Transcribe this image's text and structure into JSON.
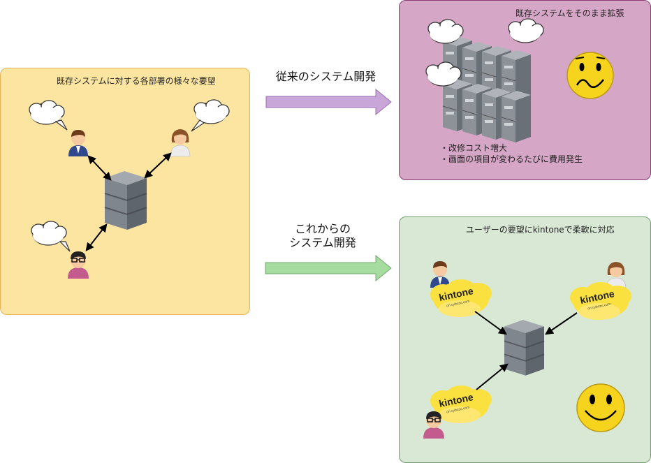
{
  "left_panel": {
    "title": "既存システムに対する各部署の様々な要望"
  },
  "top_right_panel": {
    "title": "既存システムをそのまま拡張",
    "notes": [
      "・改修コスト増大",
      "・画面の項目が変わるたびに費用発生"
    ]
  },
  "bottom_right_panel": {
    "title": "ユーザーの要望にkintoneで柔軟に対応"
  },
  "arrow_top": {
    "label": "従来のシステム開発",
    "color": "#c9a6d8"
  },
  "arrow_bottom": {
    "label_line1": "これからの",
    "label_line2": "システム開発",
    "color": "#a6dca0"
  },
  "kintone_badge": {
    "text": "kintone",
    "subtext": "on cybozu.com"
  },
  "colors": {
    "left_bg": "#fce5a1",
    "top_right_bg": "#d6a6c6",
    "bottom_right_bg": "#d8e8d4",
    "server": "#7a8088",
    "smiley": "#f6d31c"
  }
}
